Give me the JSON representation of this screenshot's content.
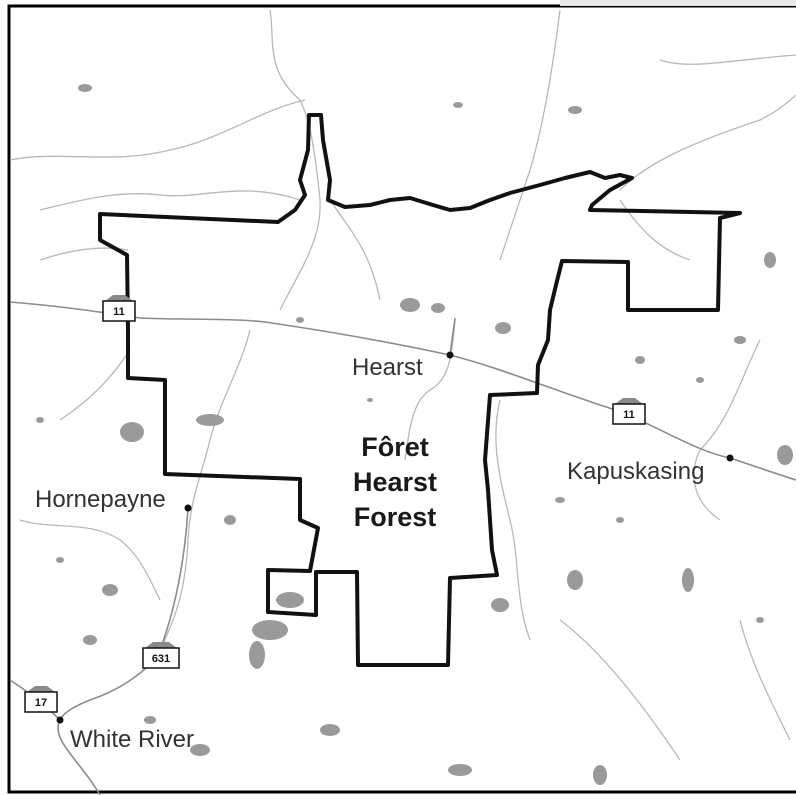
{
  "map": {
    "region_label": [
      "Fôret",
      "Hearst",
      "Forest"
    ],
    "towns": {
      "hearst": "Hearst",
      "kapuskasing": "Kapuskasing",
      "hornepayne": "Hornepayne",
      "white_river": "White River"
    },
    "highways": {
      "hwy11_west": "11",
      "hwy11_east": "11",
      "hwy631": "631",
      "hwy17": "17"
    },
    "colors": {
      "boundary": "#111111",
      "water": "#9a9a9a",
      "river": "#b5b5b5",
      "road": "#888888",
      "frame": "#000000"
    }
  }
}
